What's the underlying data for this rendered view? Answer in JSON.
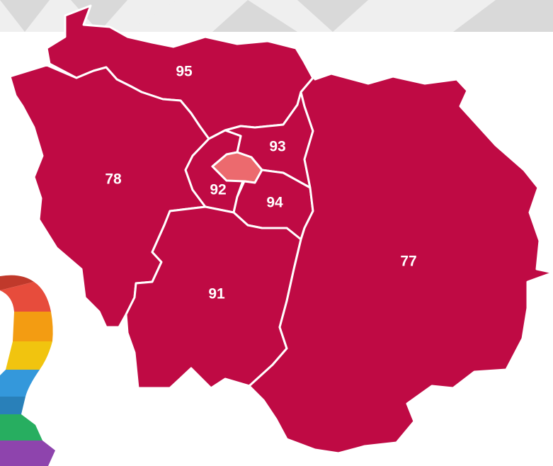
{
  "colors": {
    "department_fill": "#bf0a44",
    "paris_fill": "#ec6a6e",
    "borders": "#ffffff",
    "banner_light": "#efefef",
    "banner_dark": "#d9d9d9",
    "ribbon": [
      "#c0392b",
      "#e74c3c",
      "#f39c12",
      "#f1c40f",
      "#3498db",
      "#2980b9",
      "#27ae60",
      "#2ecc71",
      "#8e44ad",
      "#9b59b6"
    ]
  },
  "map": {
    "departments": [
      {
        "code": "95"
      },
      {
        "code": "78"
      },
      {
        "code": "93"
      },
      {
        "code": "92"
      },
      {
        "code": "94"
      },
      {
        "code": "91"
      },
      {
        "code": "77"
      }
    ]
  },
  "icons": [
    "decorative-banner-triangles",
    "rainbow-ribbon-logo"
  ]
}
